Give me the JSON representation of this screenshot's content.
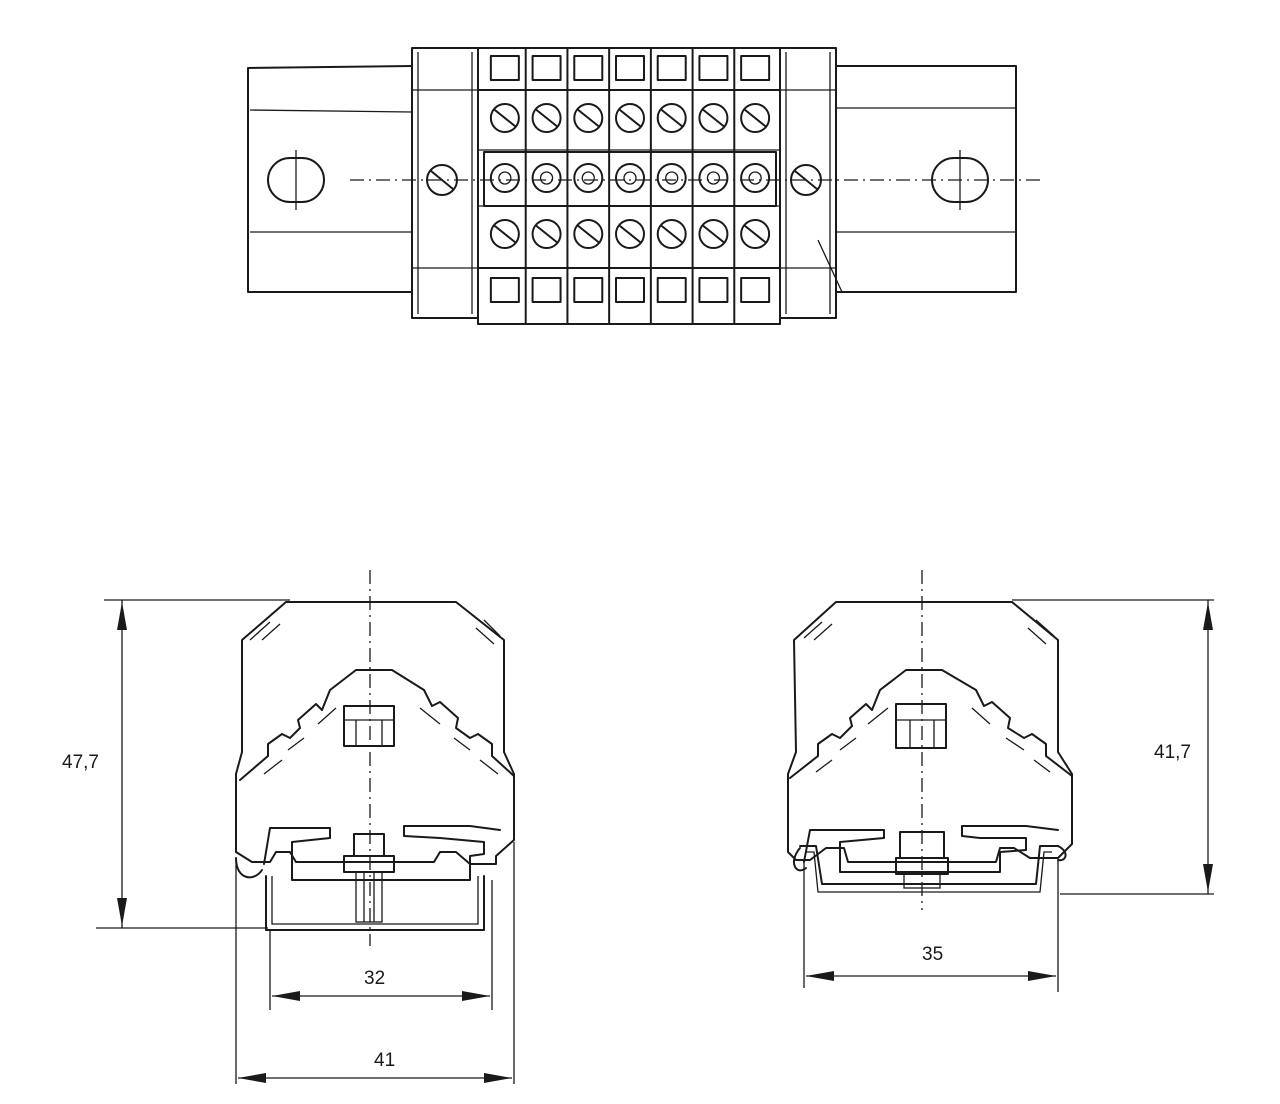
{
  "drawing": {
    "top_view": {
      "terminal_count": 7
    },
    "left_view": {
      "height_label": "47,7",
      "rail_width_label": "32",
      "total_width_label": "41"
    },
    "right_view": {
      "height_label": "41,7",
      "width_label": "35"
    }
  },
  "colors": {
    "ink": "#1a1a1a",
    "paper": "#ffffff"
  }
}
